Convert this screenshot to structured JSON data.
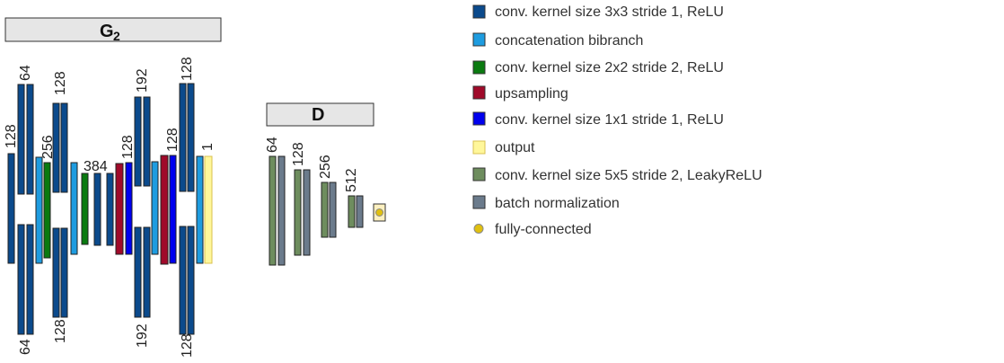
{
  "titles": {
    "generator": "G",
    "generator_subscript": "2",
    "discriminator": "D"
  },
  "colors": {
    "conv3": "#0b4a8c",
    "concat": "#1e9ce0",
    "conv2": "#0a7a10",
    "upsample": "#a00a2a",
    "conv1": "#0000ee",
    "output": "#fff79a",
    "conv5": "#6e8d5e",
    "batchnorm": "#6b7b8c",
    "fc": "#e0c010"
  },
  "legend": [
    {
      "label": "conv. kernel size 3x3 stride 1, ReLU",
      "color": "#0b4a8c",
      "icon": "square"
    },
    {
      "label": "concatenation bibranch",
      "color": "#1e9ce0",
      "icon": "square"
    },
    {
      "label": "conv. kernel size 2x2 stride 2, ReLU",
      "color": "#0a7a10",
      "icon": "square"
    },
    {
      "label": "upsampling",
      "color": "#a00a2a",
      "icon": "square"
    },
    {
      "label": "conv. kernel size 1x1 stride 1, ReLU",
      "color": "#0000ee",
      "icon": "square"
    },
    {
      "label": "output",
      "color": "#fff79a",
      "icon": "square"
    },
    {
      "label": "conv. kernel size 5x5 stride 2, LeakyReLU",
      "color": "#6e8d5e",
      "icon": "square"
    },
    {
      "label": "batch normalization",
      "color": "#6b7b8c",
      "icon": "square"
    },
    {
      "label": "fully-connected",
      "color": "#e0c010",
      "icon": "circle"
    }
  ],
  "generator_labels": {
    "top_64": "64",
    "left_128": "128",
    "small_128": "128",
    "label_256": "256",
    "label_384": "384",
    "label_192_top": "192",
    "label_128_mid": "128",
    "label_128_mid2": "128",
    "label_128_top": "128",
    "label_1": "1",
    "bottom_64": "64",
    "bottom_128": "128",
    "bottom_192": "192",
    "bottom_128_right": "128"
  },
  "discriminator_labels": {
    "d_64": "64",
    "d_128": "128",
    "d_256": "256",
    "d_512": "512"
  }
}
